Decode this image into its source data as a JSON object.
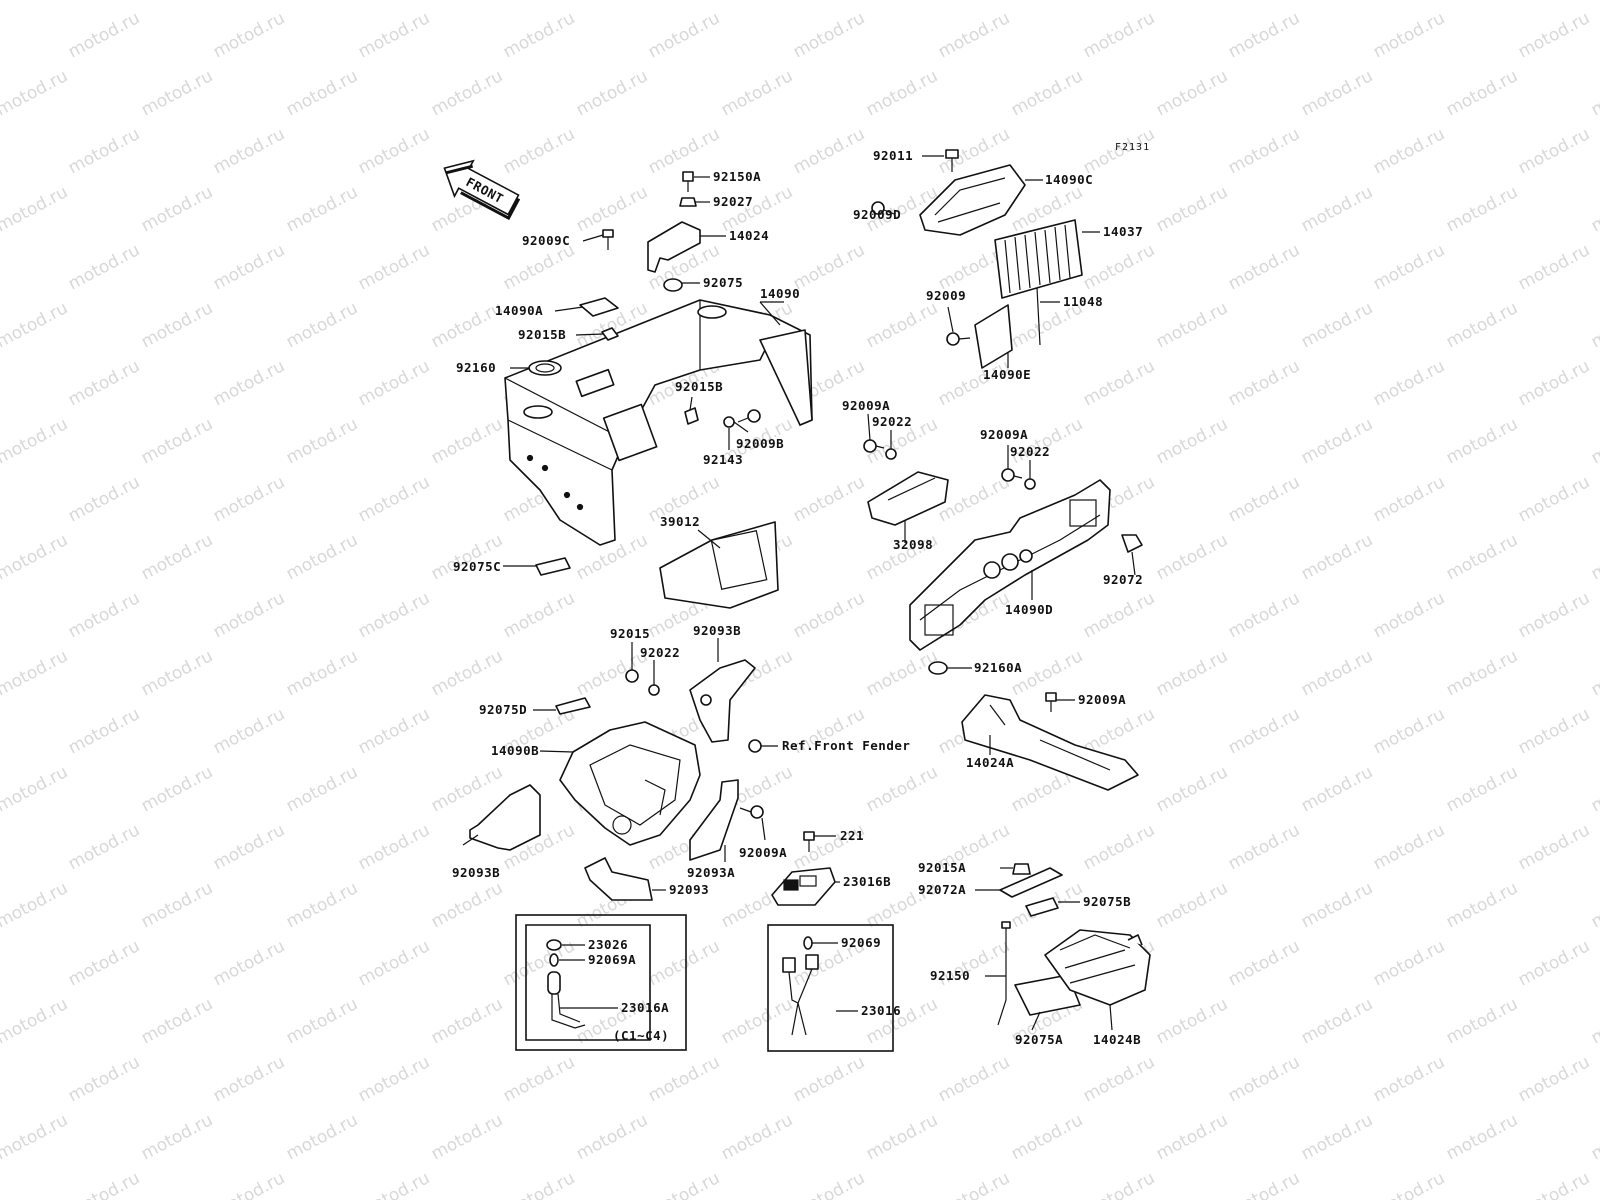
{
  "diagram": {
    "figure_code": "F2131",
    "front_label": "FRONT",
    "watermark": "motod.ru",
    "parts": {
      "p92150A": "92150A",
      "p92027": "92027",
      "p14024": "14024",
      "p92009C": "92009C",
      "p92075": "92075",
      "p14090A": "14090A",
      "p14090": "14090",
      "p92015B_1": "92015B",
      "p92160": "92160",
      "p92015B_2": "92015B",
      "p92009B": "92009B",
      "p92143": "92143",
      "p39012": "39012",
      "p92075C": "92075C",
      "p92011": "92011",
      "p14090C": "14090C",
      "p92009D": "92009D",
      "p14037": "14037",
      "p92009": "92009",
      "p11048": "11048",
      "p14090E": "14090E",
      "p92009A_1": "92009A",
      "p92022_1": "92022",
      "p32098": "32098",
      "p92009A_2": "92009A",
      "p92022_2": "92022",
      "p92072": "92072",
      "p14090D": "14090D",
      "p92160A": "92160A",
      "p92009A_3": "92009A",
      "p14024A": "14024A",
      "p92015": "92015",
      "p92022_3": "92022",
      "p92093B_1": "92093B",
      "p92075D": "92075D",
      "p14090B": "14090B",
      "ref_front_fender": "Ref.Front Fender",
      "p92093B_2": "92093B",
      "p92009A_4": "92009A",
      "p92093A": "92093A",
      "p92093": "92093",
      "p221": "221",
      "p23016B": "23016B",
      "p92015A": "92015A",
      "p92072A": "92072A",
      "p92075B": "92075B",
      "p92150": "92150",
      "p92075A": "92075A",
      "p14024B": "14024B",
      "p23026": "23026",
      "p92069A": "92069A",
      "p23016A": "23016A",
      "c1_c4": "(C1~C4)",
      "p92069": "92069",
      "p23016": "23016"
    }
  }
}
